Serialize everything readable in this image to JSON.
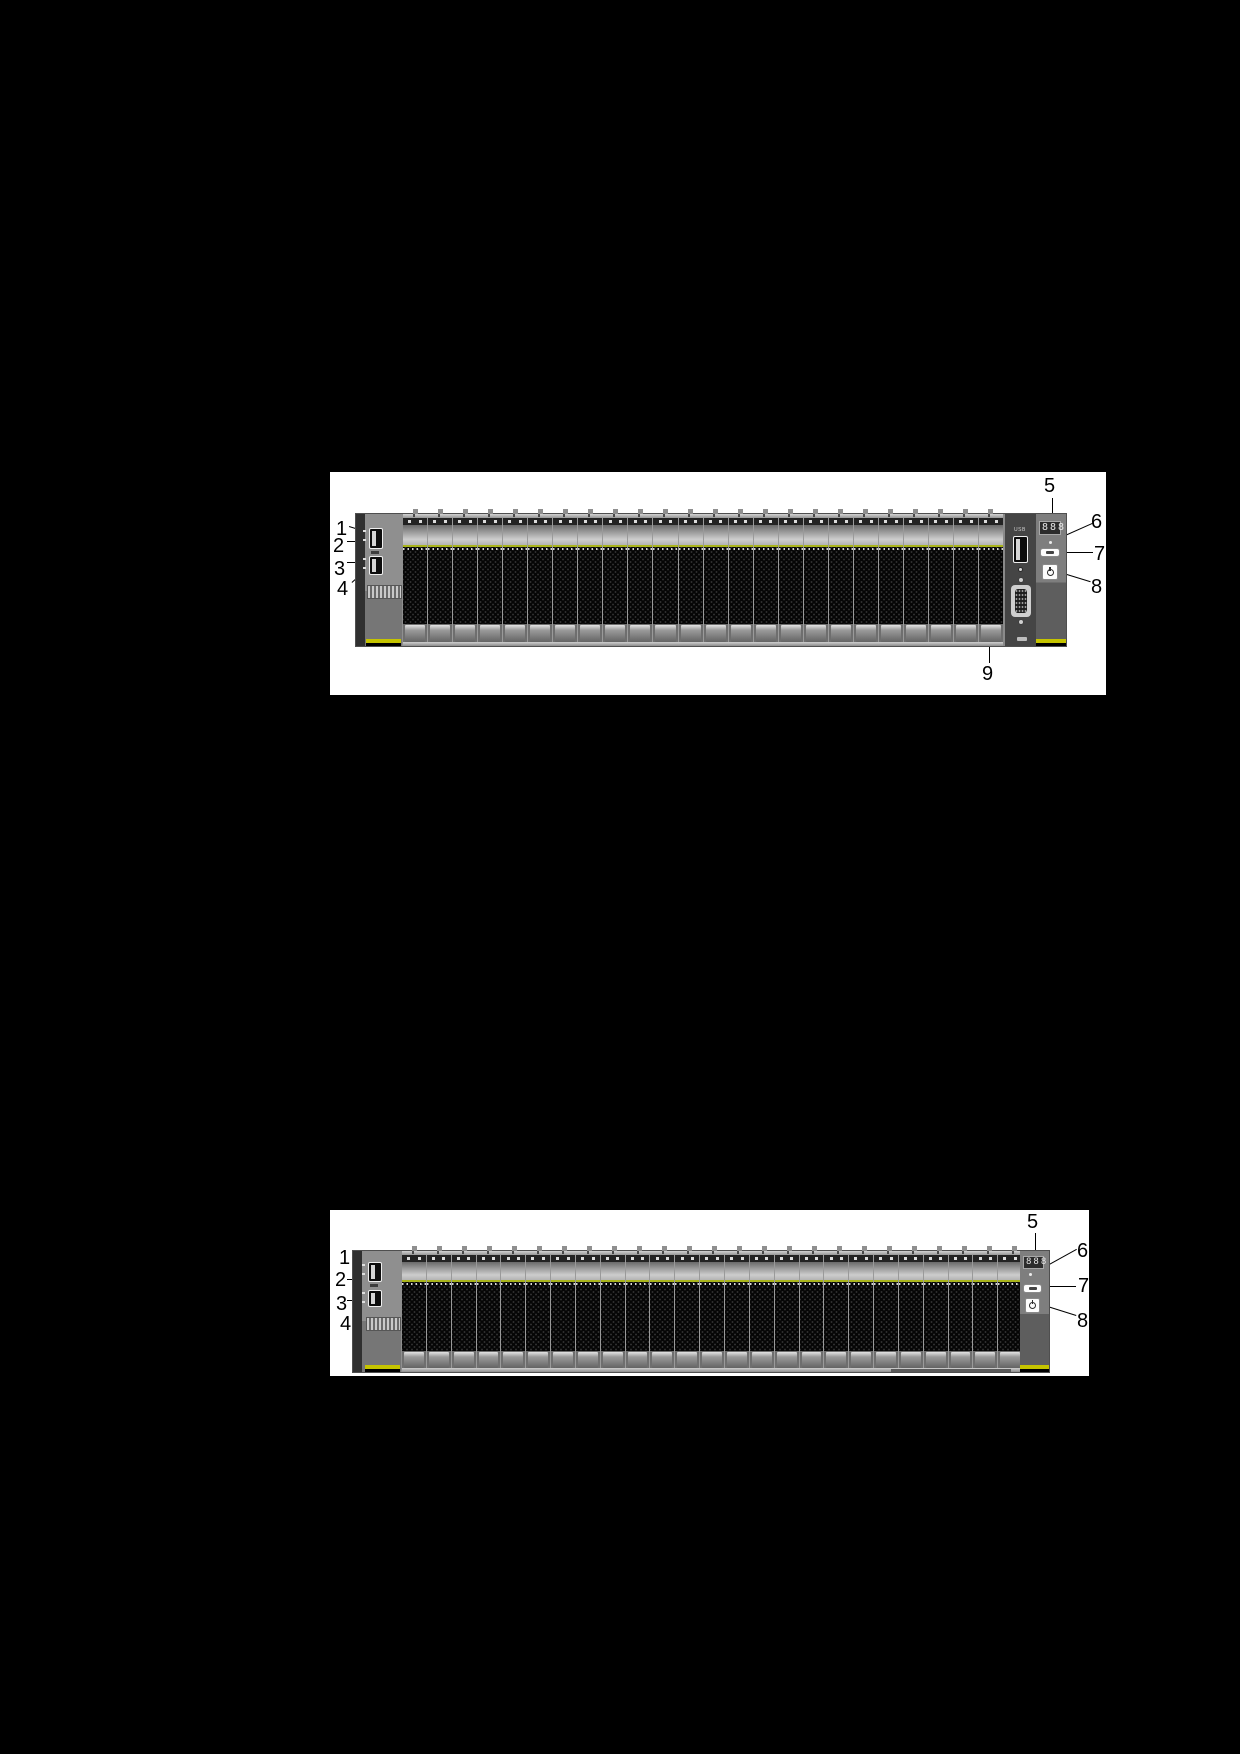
{
  "page": {
    "background": "#000000",
    "content": "Two front-view illustrations of a 2U rack server chassis with numbered callouts"
  },
  "colors": {
    "accent_green": "#a9b41c",
    "accent_yellow": "#c5c400",
    "chassis_gray": "#9a9a9a",
    "panel_white": "#ffffff",
    "page_black": "#000000"
  },
  "icons": {
    "power": "power-symbol-circle-with-line",
    "uid_button": "pill-button-with-dash",
    "usb": "vertical-usb-a-port",
    "vga": "db15-vga-connector",
    "lcd": "three-digit-diagnostic-display"
  },
  "figure1": {
    "name": "server-front-view-24-bay-with-io-module",
    "drive_bay_count": 24,
    "lcd_text": "888",
    "io_usb_label": "USB",
    "callouts": [
      "1",
      "2",
      "3",
      "4",
      "5",
      "6",
      "7",
      "8",
      "9"
    ]
  },
  "figure2": {
    "name": "server-front-view-25-bay",
    "drive_bay_count": 25,
    "lcd_text": "888",
    "callouts": [
      "1",
      "2",
      "3",
      "4",
      "5",
      "6",
      "7",
      "8"
    ]
  }
}
